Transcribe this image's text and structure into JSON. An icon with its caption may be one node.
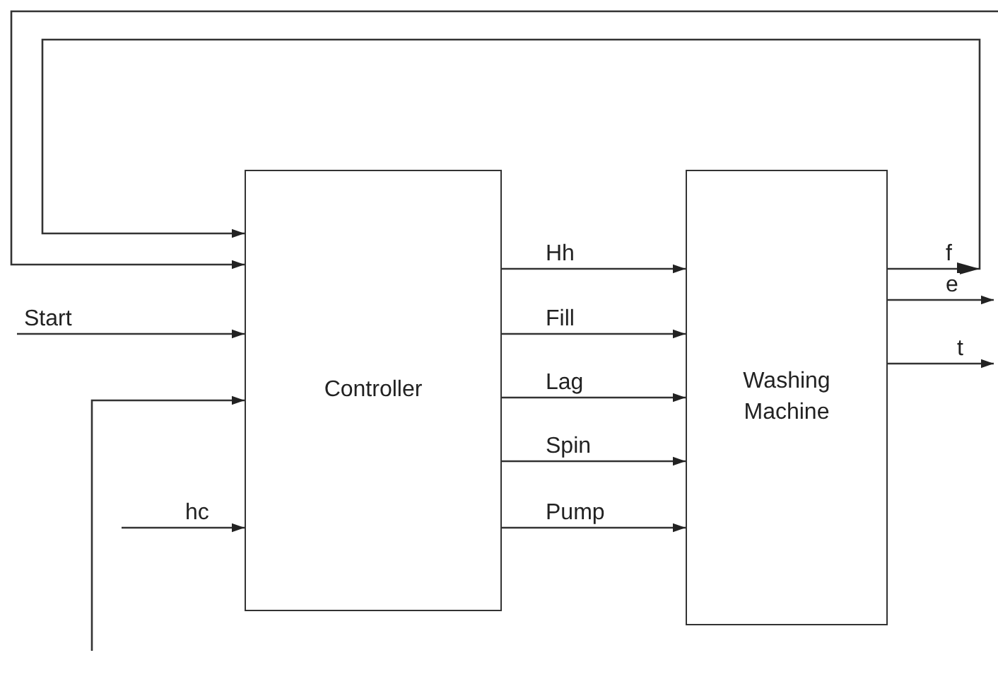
{
  "diagram": {
    "nodes": [
      {
        "text": [
          "Controller"
        ]
      },
      {
        "text": [
          "Washing Machine"
        ]
      }
    ],
    "edges": [
      {
        "from": null,
        "to": 0,
        "arrow": "to"
      },
      {
        "from": 1,
        "to": 0,
        "label": "f",
        "arrow": "to"
      },
      {
        "from": null,
        "to": 0,
        "label": "Start",
        "arrow": "to"
      },
      {
        "from": null,
        "to": 0,
        "arrow": "to"
      },
      {
        "from": null,
        "to": 0,
        "label": "hc",
        "arrow": "to"
      },
      {
        "from": 0,
        "to": 1,
        "label": "Hh",
        "arrow": "to"
      },
      {
        "from": 0,
        "to": 1,
        "label": "Fill",
        "arrow": "to"
      },
      {
        "from": 0,
        "to": 1,
        "label": "Lag",
        "arrow": "to"
      },
      {
        "from": 0,
        "to": 1,
        "label": "Spin",
        "arrow": "to"
      },
      {
        "from": 0,
        "to": 1,
        "label": "Pump",
        "arrow": "to"
      },
      {
        "from": 1,
        "to": null,
        "label": "e",
        "arrow": "to"
      },
      {
        "from": 1,
        "to": null,
        "label": "t",
        "arrow": "to"
      }
    ]
  }
}
